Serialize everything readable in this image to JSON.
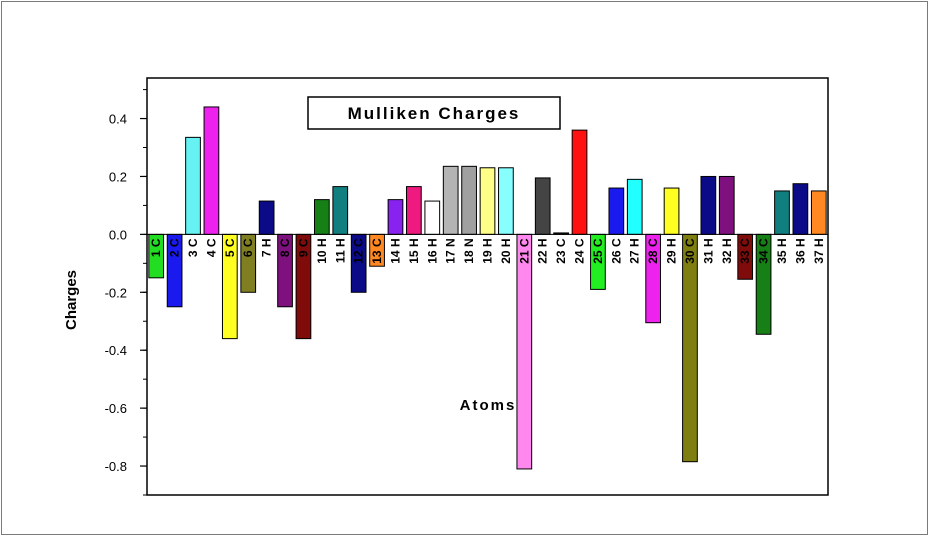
{
  "chart_data": {
    "type": "bar",
    "title": "Mulliken Charges",
    "xlabel": "Atoms",
    "ylabel": "Charges",
    "ylim": [
      -0.9,
      0.54
    ],
    "yticks": [
      0.4,
      0.2,
      0.0,
      -0.2,
      -0.4,
      -0.6,
      -0.8
    ],
    "ytick_labels": [
      "0.4",
      "0.2",
      "0.0",
      "-0.2",
      "-0.4",
      "-0.6",
      "-0.8"
    ],
    "grid": false,
    "legend": "none",
    "categories": [
      "1 C",
      "2 C",
      "3 C",
      "4 C",
      "5 C",
      "6 C",
      "7 H",
      "8 C",
      "9 C",
      "10 H",
      "11 H",
      "12 C",
      "13 C",
      "14 H",
      "15 H",
      "16 H",
      "17 N",
      "18 N",
      "19 H",
      "20 H",
      "21 C",
      "22 H",
      "23 C",
      "24 C",
      "25 C",
      "26 C",
      "27 H",
      "28 C",
      "29 H",
      "30 C",
      "31 H",
      "32 H",
      "33 C",
      "34 C",
      "35 H",
      "36 H",
      "37 H"
    ],
    "values": [
      -0.15,
      -0.25,
      0.335,
      0.44,
      -0.36,
      -0.2,
      0.115,
      -0.25,
      -0.36,
      0.12,
      0.165,
      -0.2,
      -0.11,
      0.12,
      0.165,
      0.115,
      0.235,
      0.235,
      0.23,
      0.23,
      -0.81,
      0.195,
      0.005,
      0.36,
      -0.19,
      0.16,
      0.19,
      -0.305,
      0.16,
      -0.785,
      0.2,
      0.2,
      -0.155,
      -0.345,
      0.15,
      0.175,
      0.15
    ],
    "colors": [
      "#22dd22",
      "#1a1aee",
      "#66f2f2",
      "#ee22ee",
      "#ffff22",
      "#7f7f22",
      "#0b0b88",
      "#7f117f",
      "#7f0b0b",
      "#167f16",
      "#117f7f",
      "#0b0b88",
      "#ff8822",
      "#8822ee",
      "#ee1a7f",
      "#ffffff",
      "#b4b4b4",
      "#a0a0a0",
      "#ffff88",
      "#88ffff",
      "#ff88ee",
      "#444444",
      "#111111",
      "#ff1111",
      "#22ee22",
      "#1a1aee",
      "#22ffff",
      "#ee22ee",
      "#ffff22",
      "#7f7f11",
      "#0b0b88",
      "#7f117f",
      "#7f0b0b",
      "#167f16",
      "#117f7f",
      "#0b0b88",
      "#ff8822"
    ]
  }
}
